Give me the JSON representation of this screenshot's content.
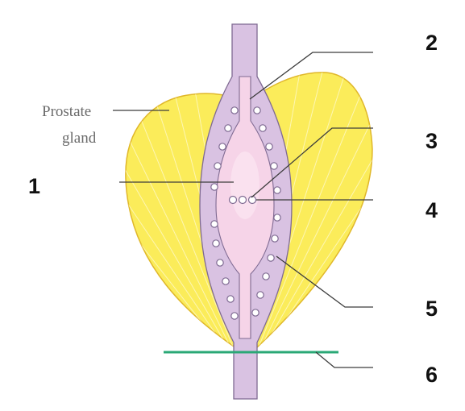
{
  "colors": {
    "gland_fill": "#fbec5a",
    "gland_edge": "#e0b72a",
    "gland_striation": "#ffffff",
    "urethra_fill": "#d9c2e2",
    "urethra_edge": "#7f6a92",
    "lumen_fill": "#f6d4e8",
    "pointer_line": "#3c3c3c",
    "green_line": "#2aa876",
    "label_text": "#111111",
    "gland_label": "#6a6a6a"
  },
  "labels": {
    "gland_line1": "Prostate",
    "gland_line2": "gland",
    "n1": "1",
    "n2": "2",
    "n3": "3",
    "n4": "4",
    "n5": "5",
    "n6": "6"
  },
  "icons": {
    "duct_openings": "small-circle-outline"
  }
}
